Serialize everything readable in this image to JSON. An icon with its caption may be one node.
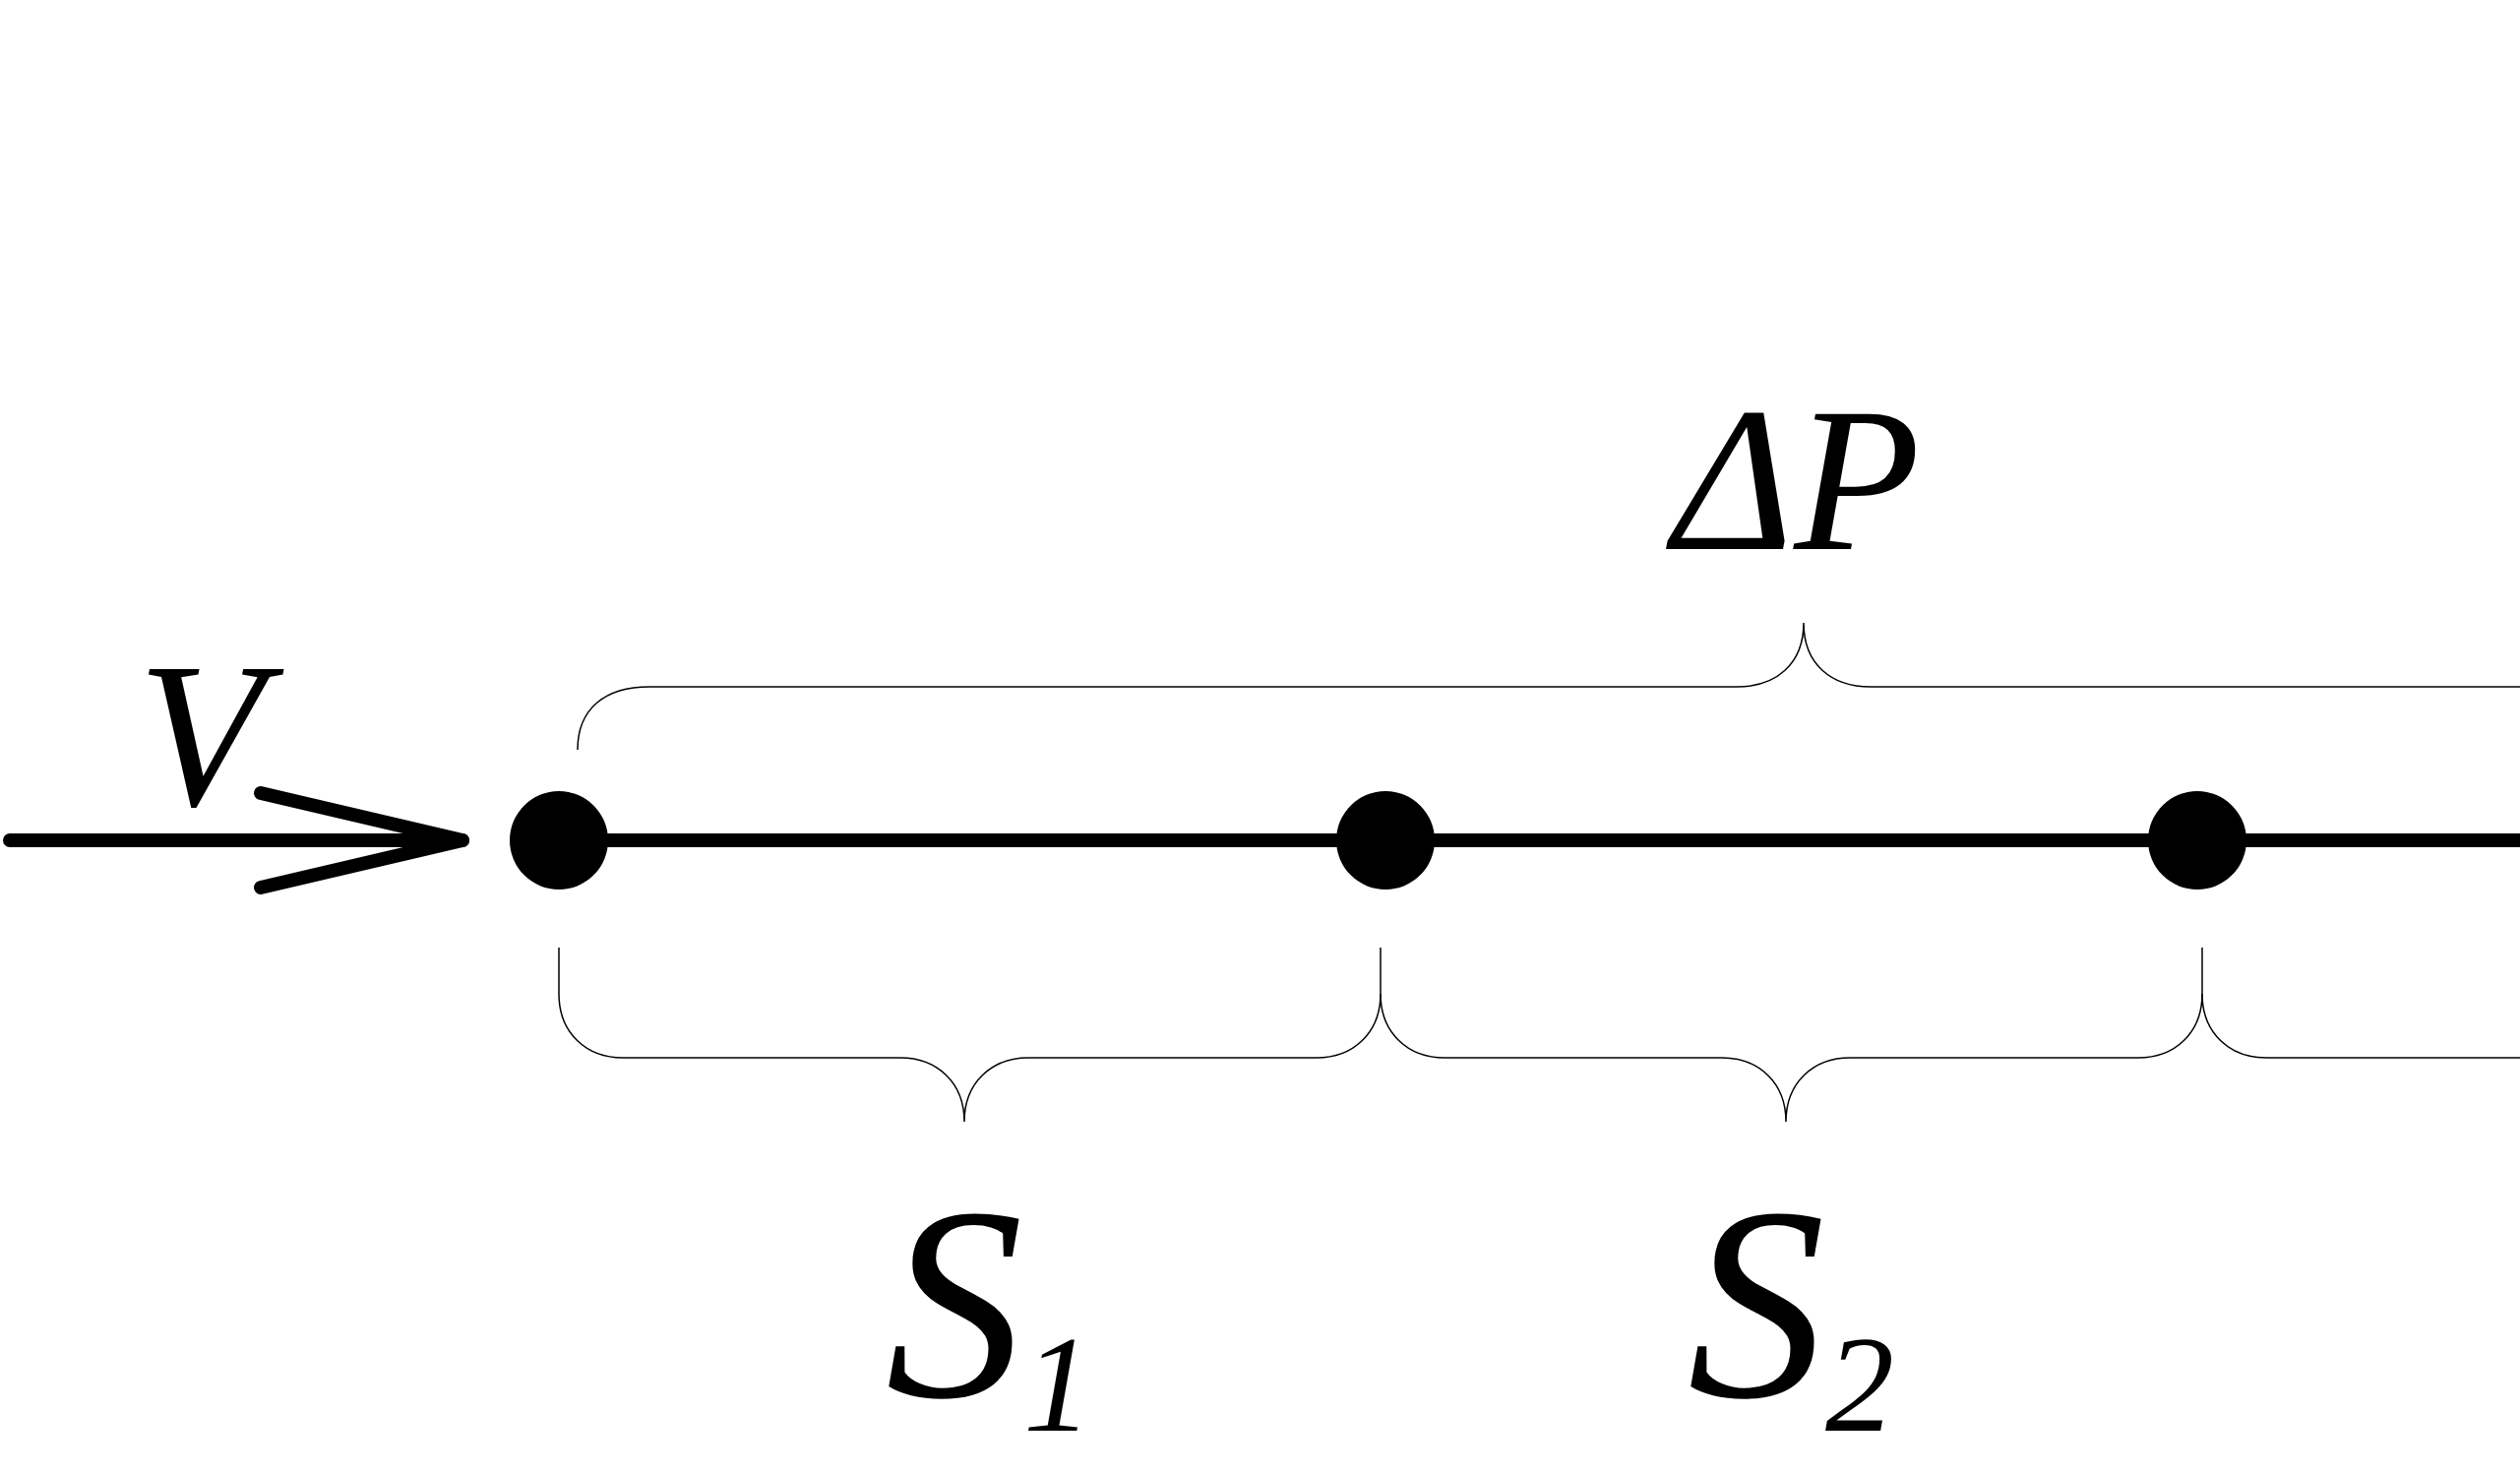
{
  "diagram": {
    "nodes": [
      {
        "text": [],
        "shape": "circle"
      },
      {
        "text": [],
        "shape": "circle"
      },
      {
        "text": [],
        "shape": "circle"
      }
    ],
    "edges": [
      {
        "from": null,
        "to": 0,
        "arrow": "to",
        "label": "V"
      },
      {
        "from": 0,
        "to": 1,
        "arrow": "none"
      },
      {
        "from": 1,
        "to": 2,
        "arrow": "none"
      },
      {
        "from": 2,
        "to": null,
        "arrow": "none"
      }
    ],
    "labels": [
      "ΔP",
      "S$_{1}$",
      "S$_{2}$"
    ]
  }
}
